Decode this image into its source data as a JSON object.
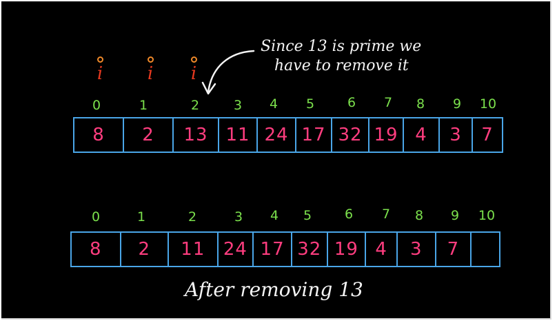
{
  "note": {
    "line1": "Since 13 is prime we",
    "line2": "have to remove it"
  },
  "pointers": [
    "i",
    "i",
    "i"
  ],
  "before": {
    "indices": [
      "0",
      "1",
      "2",
      "3",
      "4",
      "5",
      "6",
      "7",
      "8",
      "9",
      "10"
    ],
    "values": [
      "8",
      "2",
      "13",
      "11",
      "24",
      "17",
      "32",
      "19",
      "4",
      "3",
      "7"
    ]
  },
  "after": {
    "indices": [
      "0",
      "1",
      "2",
      "3",
      "4",
      "5",
      "6",
      "7",
      "8",
      "9",
      "10"
    ],
    "values": [
      "8",
      "2",
      "11",
      "24",
      "17",
      "32",
      "19",
      "4",
      "3",
      "7",
      ""
    ]
  },
  "caption": "After removing 13",
  "colors": {
    "background": "#000000",
    "index": "#7be04c",
    "value": "#ff3d7f",
    "border": "#4aa6e8",
    "pointer": "#e8391f",
    "text": "#f4f4f4"
  }
}
